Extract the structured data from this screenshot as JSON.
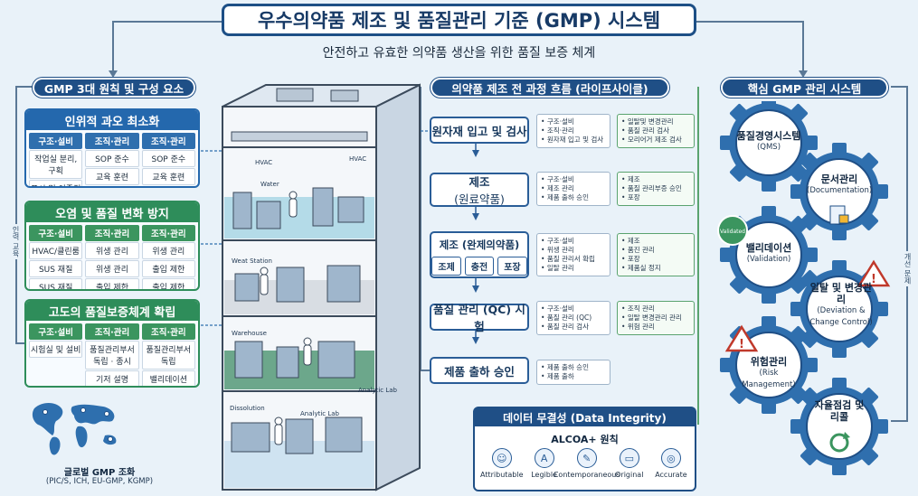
{
  "title": "우수의약품 제조 및 품질관리 기준 (GMP) 시스템",
  "subtitle": "안전하고 유효한 의약품 생산을 위한 품질 보증 체계",
  "left": {
    "header": "GMP 3대 원칙 및 구성 요소",
    "side_label": "인력 교육",
    "blocks": [
      {
        "title": "인위적 과오 최소화",
        "columns": [
          {
            "head": "구조·설비",
            "cells": [
              "작업실 분리, 구획",
              "표시 및 이중점검"
            ]
          },
          {
            "head": "조직·관리",
            "cells": [
              "SOP 준수",
              "교육 훈련"
            ]
          },
          {
            "head": "조직·관리",
            "cells": [
              "SOP 준수",
              "교육 훈련"
            ]
          }
        ]
      },
      {
        "title": "오염 및 품질 변화 방지",
        "columns": [
          {
            "head": "구조·설비",
            "cells": [
              "HVAC/클린룸",
              "SUS 재질",
              "SUS 재질"
            ]
          },
          {
            "head": "조직·관리",
            "cells": [
              "위생 관리",
              "위생 관리",
              "출입 제한"
            ]
          },
          {
            "head": "조직·관리",
            "cells": [
              "위생 관리",
              "출입 제한",
              "출입 제한"
            ]
          }
        ]
      },
      {
        "title": "고도의 품질보증체계 확립",
        "columns": [
          {
            "head": "구조·설비",
            "cells": [
              "시험실 및 설비"
            ]
          },
          {
            "head": "조직·관리",
            "cells": [
              "품질관리부서 독립 · 종시",
              "기저 설명"
            ]
          },
          {
            "head": "조직·관리",
            "cells": [
              "품질관리부서 독립",
              "밸리데이션"
            ]
          }
        ]
      }
    ]
  },
  "building": {
    "labels": [
      "HVAC",
      "HVAC",
      "Water",
      "Weat Station",
      "Warehouse",
      "Dissolution",
      "Analytic Lab",
      "Analytic Lab"
    ]
  },
  "globe": {
    "title": "글로벌 GMP 조화",
    "subtitle": "(PIC/S, ICH, EU-GMP, KGMP)"
  },
  "process": {
    "header": "의약품 제조 전 과정 흐름 (라이프사이클)",
    "steps": [
      {
        "title": "원자재 입고 및 검사",
        "sub": "",
        "bullets": [
          "구조·설비",
          "조직·관리",
          "원자재 입고 및 검사"
        ],
        "green": [
          "일탈및 변경관리",
          "품질 관리 검사",
          "모리어거 제조 검사"
        ]
      },
      {
        "title": "제조",
        "sub": "(원료약품)",
        "bullets": [
          "구조·설비",
          "제조 관리",
          "제품 출하 승인"
        ],
        "green": [
          "제조",
          "품질 관리부증 승인",
          "포장"
        ]
      },
      {
        "title": "제조 (완제의약품)",
        "sub": "",
        "mini": [
          "조제",
          "충전",
          "포장"
        ],
        "bullets": [
          "구조·설비",
          "위생 관리",
          "품질 관리서 확립",
          "일탈 관리"
        ],
        "green": [
          "제조",
          "품진 관리",
          "포장",
          "제품실 정지"
        ]
      },
      {
        "title": "품질 관리 (QC) 시험",
        "sub": "",
        "bullets": [
          "구조·설비",
          "품질 관리 (QC)",
          "품질 관리 검사"
        ],
        "green": [
          "조직 관리",
          "일탈 변경관리 관리",
          "위험 관리"
        ]
      },
      {
        "title": "제품 출하 승인",
        "sub": "",
        "bullets": [
          "제품 출하 승인",
          "제품 출하"
        ],
        "green": []
      }
    ]
  },
  "data_integrity": {
    "title": "데이터 무결성 (Data Integrity)",
    "alcoa": "ALCOA+ 원칙",
    "items": [
      {
        "label": "Attributable",
        "icon": "person-icon",
        "glyph": "☺"
      },
      {
        "label": "Legible",
        "icon": "text-icon",
        "glyph": "A"
      },
      {
        "label": "Contemporaneous",
        "icon": "document-icon",
        "glyph": "✎"
      },
      {
        "label": "Original",
        "icon": "file-icon",
        "glyph": "▭"
      },
      {
        "label": "Accurate",
        "icon": "target-icon",
        "glyph": "◎"
      }
    ]
  },
  "right": {
    "header": "핵심 GMP 관리 시스템",
    "side_label": "개선 문제",
    "gears": [
      {
        "title": "품질경영시스템",
        "sub": "(QMS)"
      },
      {
        "title": "문서관리",
        "sub": "(Documentation)"
      },
      {
        "title": "밸리데이션",
        "sub": "(Validation)",
        "badge": "Validated"
      },
      {
        "title": "일탈 및 변경관리",
        "sub": "(Deviation & Change Control)"
      },
      {
        "title": "위험관리",
        "sub": "(Risk Management)"
      },
      {
        "title": "자율점검 및 리콜",
        "sub": ""
      }
    ]
  },
  "colors": {
    "navy": "#1f4f86",
    "green": "#2e8d5a",
    "background": "#e9f2f9"
  }
}
